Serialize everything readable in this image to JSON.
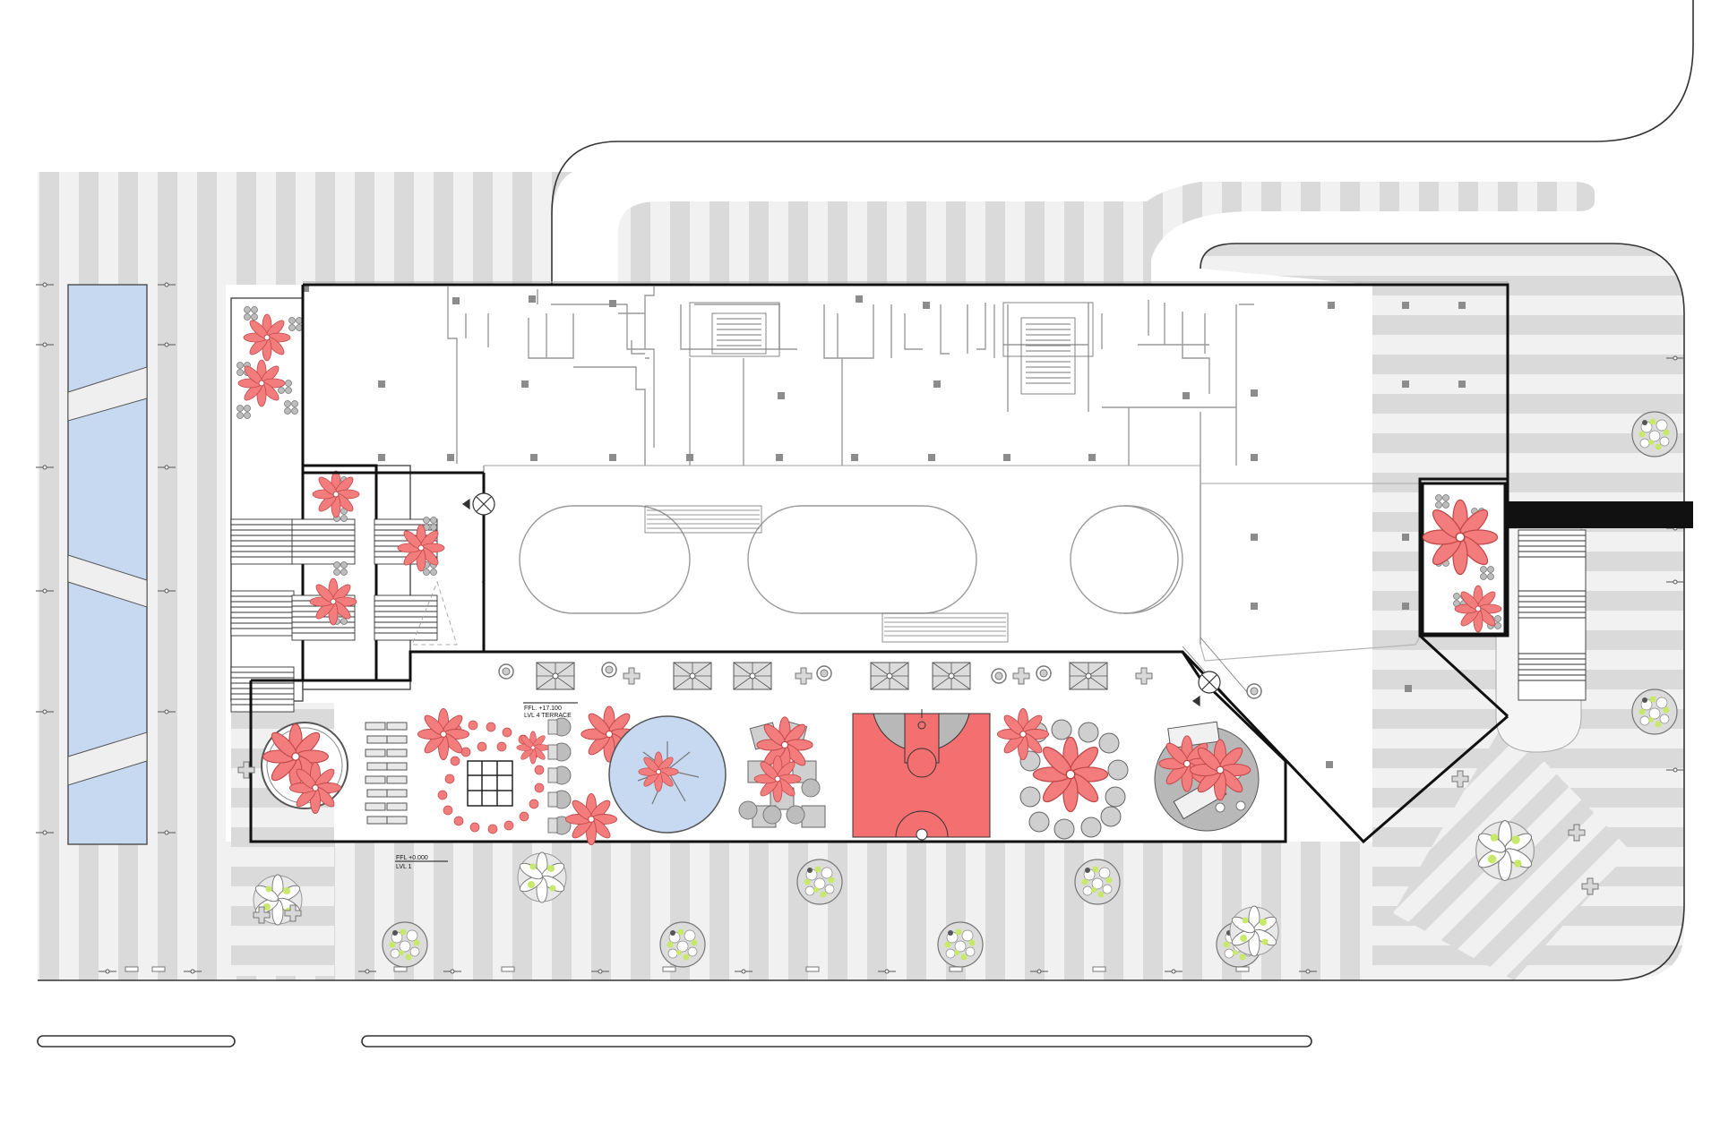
{
  "labels": {
    "terrace_level_ffl": "FFL. +17.100",
    "terrace_level_name": "LVL 4 TERRACE",
    "ground_level_ffl": "FFL +0.000",
    "ground_level_name": "LVL 1"
  },
  "colors": {
    "stripe_dark": "#d9d9d9",
    "stripe_light": "#efefef",
    "water": "#c6d9f1",
    "planter_flower": "#f37d7d",
    "court": "#f46f6f",
    "court_zone": "#b8b8b8",
    "greenery": "#c8e86a",
    "building_outline": "#111111",
    "interior_lines": "#9a9a9a"
  },
  "icons": {
    "flower_planter": "flower-planter-icon",
    "tree": "tree-icon",
    "shrub": "shrub-planter-icon",
    "escalator": "escalator-icon",
    "stair": "stair-icon",
    "umbrella_table": "umbrella-table-icon",
    "basketball_court": "basketball-court-icon"
  }
}
